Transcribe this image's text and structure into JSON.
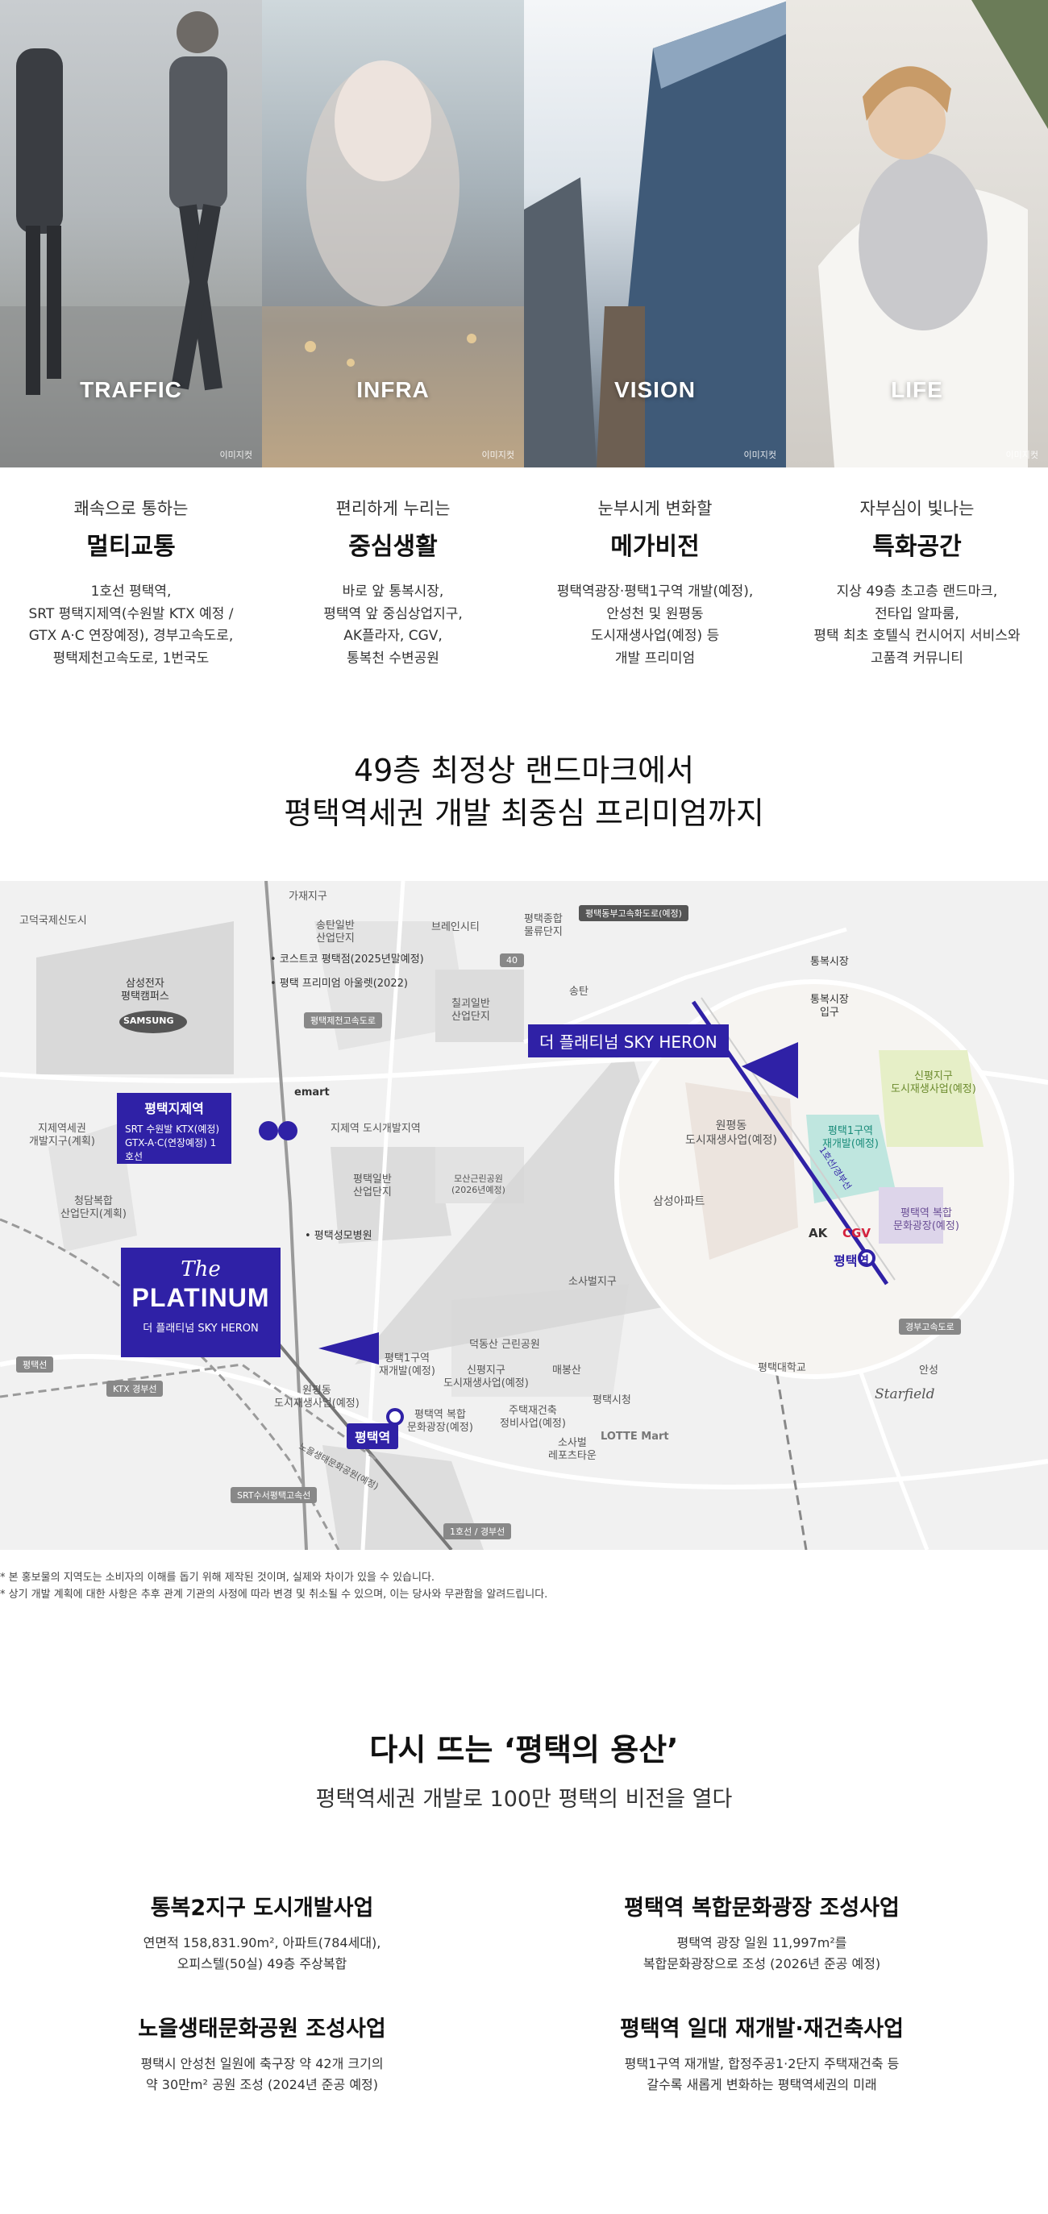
{
  "photos": [
    {
      "caption": "TRAFFIC",
      "credit": "이미지컷"
    },
    {
      "caption": "INFRA",
      "credit": "이미지컷"
    },
    {
      "caption": "VISION",
      "credit": "이미지컷"
    },
    {
      "caption": "LIFE",
      "credit": "이미지컷"
    }
  ],
  "features": [
    {
      "sub": "쾌속으로 통하는",
      "title": "멀티교통",
      "desc": "1호선 평택역,\nSRT 평택지제역(수원발 KTX 예정 /\nGTX A·C 연장예정), 경부고속도로,\n평택제천고속도로, 1번국도"
    },
    {
      "sub": "편리하게 누리는",
      "title": "중심생활",
      "desc": "바로 앞 통복시장,\n평택역 앞 중심상업지구,\nAK플라자, CGV,\n통복천 수변공원"
    },
    {
      "sub": "눈부시게 변화할",
      "title": "메가비전",
      "desc": "평택역광장·평택1구역 개발(예정),\n안성천 및 원평동\n도시재생사업(예정) 등\n개발 프리미엄"
    },
    {
      "sub": "자부심이 빛나는",
      "title": "특화공간",
      "desc": "지상 49층 초고층 랜드마크,\n전타입 알파룸,\n평택 최초 호텔식 컨시어지 서비스와\n고품격 커뮤니티"
    }
  ],
  "headline": "49층 최정상 랜드마크에서\n평택역세권 개발 최중심 프리미엄까지",
  "map": {
    "logo_the": "The",
    "logo_brand": "PLATINUM",
    "logo_small": "더 플래티넘 SKY HERON",
    "pin_label": "더 플래티넘 SKY HERON",
    "station_main": "평택역",
    "station_zoom": "평택역",
    "srt_title": "평택지제역",
    "srt_line1": "SRT 수원발 KTX(예정)",
    "srt_line2": "GTX-A·C(연장예정) 1호선",
    "samsung": "SAMSUNG",
    "emart": "emart",
    "lotte": "LOTTE Mart",
    "starfield": "Starfield",
    "labels": {
      "godeok": "고덕국제신도시",
      "samsung_campus": "삼성전자\n평택캠퍼스",
      "gajae": "가재지구",
      "songtan_ind": "송탄일반\n산업단지",
      "brain": "브레인시티",
      "logis": "평택종합\n물류단지",
      "costco": "• 코스트코 평택점(2025년말예정)",
      "outlet": "• 평택 프리미엄 아울렛(2022)",
      "chilgoe": "칠괴일반\n산업단지",
      "songtan": "송탄",
      "jije_area": "지제역 도시개발지역",
      "jije_sege": "지제역세권\n개발지구(계획)",
      "cheongdam": "청담복합\n산업단지(계획)",
      "pt_ind": "평택일반\n산업단지",
      "mosan": "모산근린공원\n(2026년예정)",
      "hospital": "• 평택성모병원",
      "sosabeol": "소사벌지구",
      "deokdong": "덕동산 근린공원",
      "maebong": "매봉산",
      "pt_city": "평택시청",
      "pt_univ": "평택대학교",
      "anseong": "안성",
      "wonpyeong": "원평동\n도시재생사업(예정)",
      "pt1": "평택1구역\n재개발(예정)",
      "sinpyeong": "신평지구\n도시재생사업(예정)",
      "complex": "평택역 복합\n문화광장(예정)",
      "housing": "주택재건축\n정비사업(예정)",
      "sosabel_rest": "소사벌\n레포츠타운",
      "tongbok_mkt": "통복시장",
      "tongbok_ent": "통복시장\n입구",
      "z_wonpyeong": "원평동\n도시재생사업(예정)",
      "z_pt1": "평택1구역\n재개발(예정)",
      "z_sinpyeong": "신평지구\n도시재생사업(예정)",
      "z_samsung_apt": "삼성아파트",
      "z_complex": "평택역 복합\n문화광장(예정)",
      "z_line": "1호선/경부선",
      "ak": "AK",
      "cgv": "CGV"
    },
    "tags": {
      "pyeongdong": "평택동부고속화도로(예정)",
      "ptjc": "평택제천고속도로",
      "gyeongbu_exp": "경부고속도로",
      "pyeongtaek_line": "평택선",
      "ktx": "KTX 경부선",
      "srt_line": "SRT수서평택고속선",
      "line1": "1호선 / 경부선",
      "route40": "40",
      "noeul": "노을생태문화공원(예정)"
    }
  },
  "disclaimers": [
    "* 본 홍보물의 지역도는 소비자의 이해를 돕기 위해 제작된 것이며, 실제와 차이가 있을 수 있습니다.",
    "* 상기 개발 계획에 대한 사항은 추후 관계 기관의 사정에 따라 변경 및 취소될 수 있으며, 이는 당사와 무관함을 알려드립니다."
  ],
  "yongsan": {
    "title": "다시 뜨는 ‘평택의 용산’",
    "subtitle": "평택역세권 개발로 100만 평택의 비전을 열다",
    "projects": [
      {
        "title": "통복2지구 도시개발사업",
        "desc": "연면적 158,831.90m², 아파트(784세대),\n오피스텔(50실) 49층 주상복합"
      },
      {
        "title": "평택역 복합문화광장 조성사업",
        "desc": "평택역 광장 일원 11,997m²를\n복합문화광장으로 조성 (2026년 준공 예정)"
      },
      {
        "title": "노을생태문화공원 조성사업",
        "desc": "평택시 안성천 일원에 축구장 약 42개 크기의\n약 30만m² 공원 조성 (2024년 준공 예정)"
      },
      {
        "title": "평택역 일대 재개발·재건축사업",
        "desc": "평택1구역 재개발, 합정주공1·2단지 주택재건축 등\n갈수록 새롭게 변화하는 평택역세권의 미래"
      }
    ]
  },
  "colors": {
    "brand": "#2f21a6",
    "map_bg": "#f1f1f1"
  }
}
